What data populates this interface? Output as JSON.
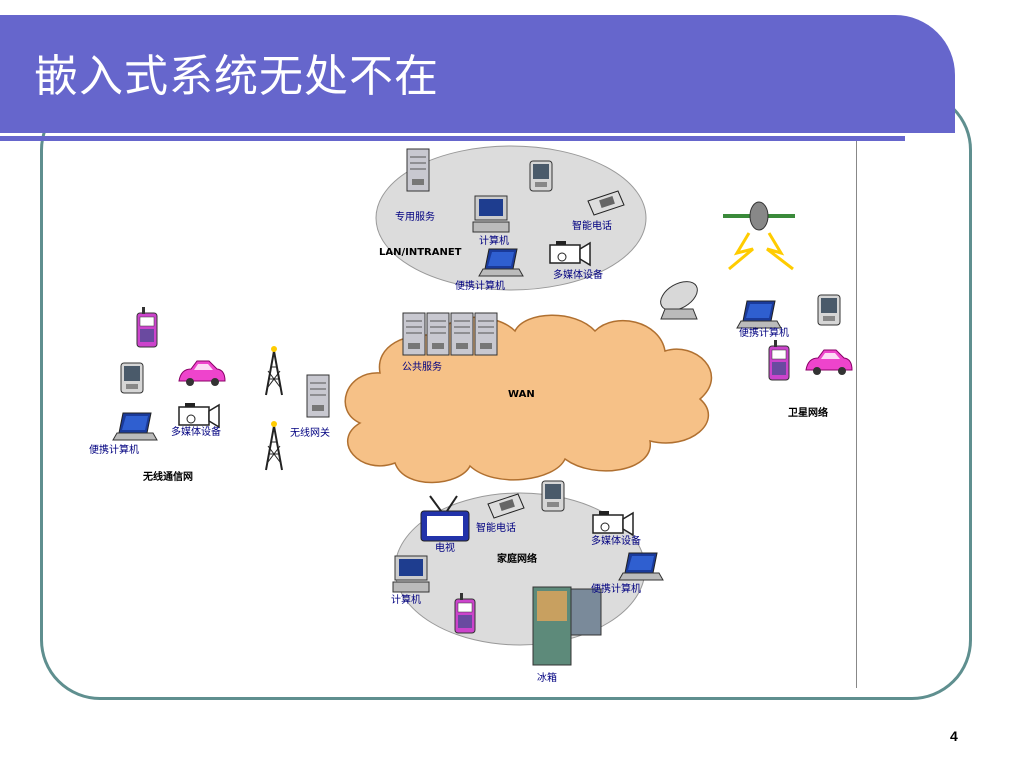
{
  "slide": {
    "title": "嵌入式系统无处不在",
    "page_number": "4"
  },
  "diagram": {
    "lan": {
      "name": "LAN/INTRANET",
      "devices": [
        "专用服务",
        "计算机",
        "智能电话",
        "多媒体设备",
        "便携计算机"
      ]
    },
    "wan": {
      "name": "WAN",
      "devices": [
        "公共服务"
      ]
    },
    "gateway": "无线网关",
    "wireless": {
      "name": "无线通信网",
      "devices": [
        "多媒体设备",
        "便携计算机"
      ]
    },
    "satellite": {
      "name": "卫星网络",
      "devices": [
        "便携计算机"
      ]
    },
    "home": {
      "name": "家庭网络",
      "devices": [
        "电视",
        "智能电话",
        "多媒体设备",
        "计算机",
        "便携计算机",
        "冰箱"
      ]
    },
    "colors": {
      "title_bar": "#6666cc",
      "frame": "#5f8f8f",
      "cloud": "#f6c187",
      "ellipse": "#dcdcdc",
      "label": "#000080"
    }
  }
}
